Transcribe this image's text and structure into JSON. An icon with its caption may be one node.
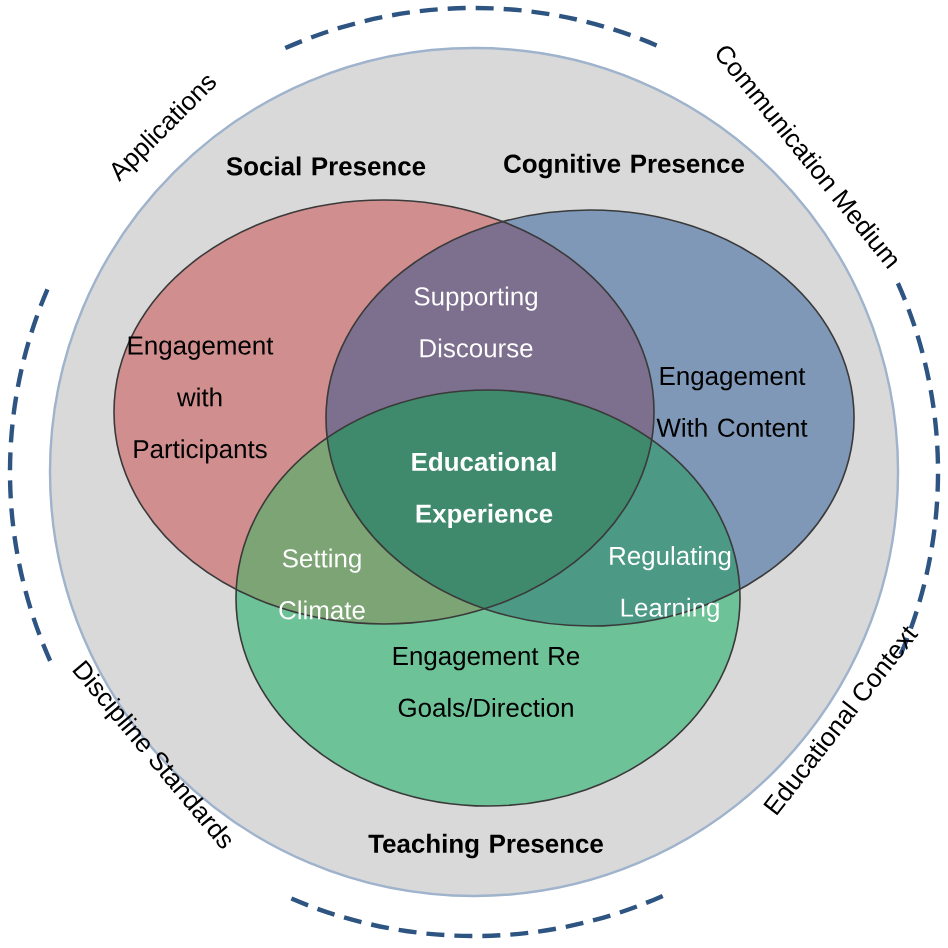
{
  "diagram": {
    "nodes": [
      {
        "text": [],
        "shape": "circle"
      },
      {
        "text": [
          "Social Presence",
          "Engagement with Participants"
        ],
        "in": 0
      },
      {
        "text": [
          "Cognitive Presence",
          "Engagement With Content"
        ],
        "in": 0
      },
      {
        "text": [
          "Engagement Re Goals/Direction",
          "Teaching Presence"
        ],
        "in": 0
      }
    ],
    "labels": [
      "Applications",
      "Communication Medium",
      "Supporting Discourse",
      "Educational Experience",
      "Setting Climate",
      "Regulating Learning",
      "Discipline Standards",
      "Educational Context"
    ]
  }
}
